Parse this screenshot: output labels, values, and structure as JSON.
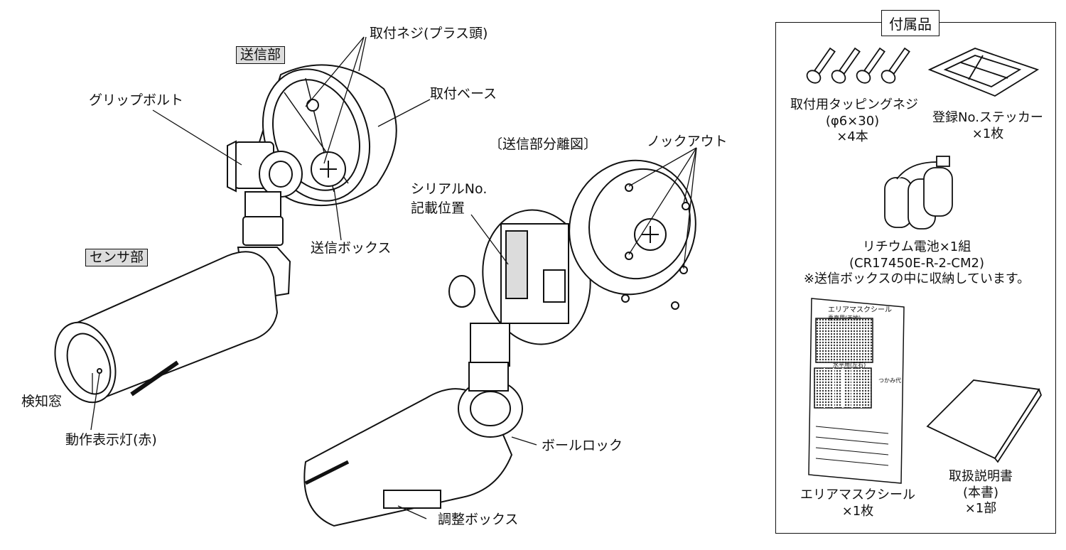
{
  "labels": {
    "transmitter": "送信部",
    "sensor": "センサ部",
    "grip_bolt": "グリップボルト",
    "screw": "取付ネジ(プラス頭)",
    "base": "取付ベース",
    "tx_box": "送信ボックス",
    "window": "検知窓",
    "lamp": "動作表示灯(赤)",
    "exploded": "〔送信部分離図〕",
    "knockout": "ノックアウト",
    "serial_1": "シリアルNo.",
    "serial_2": "記載位置",
    "ball_lock": "ボールロック",
    "adj_box": "調整ボックス"
  },
  "accessories": {
    "title": "付属品",
    "screws": [
      "取付用タッピングネジ",
      "(φ6×30)",
      "×4本"
    ],
    "sticker": [
      "登録No.ステッカー",
      "×1枚"
    ],
    "battery": [
      "リチウム電池×1組",
      "(CR17450E-R-2-CM2)",
      "※送信ボックスの中に収納しています。"
    ],
    "mask": [
      "エリアマスクシール",
      "×1枚"
    ],
    "manual": [
      "取扱説明書",
      "(本書)",
      "×1部"
    ]
  },
  "mask_sheet": {
    "title": "エリアマスクシール",
    "vertical": "垂直用(天地)",
    "horizontal": "水平用(左右)",
    "pull_tab": "つかみ代"
  },
  "colors": {
    "line": "#111111",
    "label_bg": "#dcdcdc",
    "hatch": "#555555"
  }
}
